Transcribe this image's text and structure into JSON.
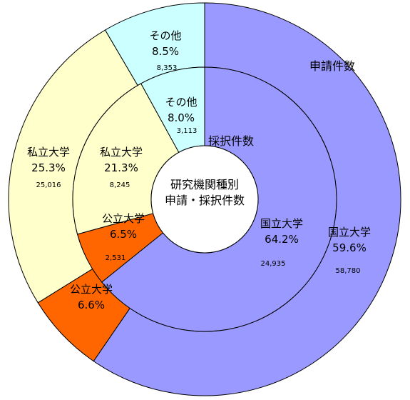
{
  "chart_data": {
    "type": "pie",
    "title": "研究機関種別\n申請・採択件数",
    "rings": [
      {
        "name": "申請件数",
        "slices": [
          {
            "label": "国立大学",
            "percent": "59.6%",
            "value": 58780,
            "value_text": "58,780",
            "color": "#9999ff"
          },
          {
            "label": "公立大学",
            "percent": "6.6%",
            "value": 6500,
            "value_text": "",
            "color": "#ff6600"
          },
          {
            "label": "私立大学",
            "percent": "25.3%",
            "value": 25016,
            "value_text": "25,016",
            "color": "#ffffcc"
          },
          {
            "label": "その他",
            "percent": "8.5%",
            "value": 8353,
            "value_text": "8,353",
            "color": "#ccffff"
          }
        ]
      },
      {
        "name": "採択件数",
        "slices": [
          {
            "label": "国立大学",
            "percent": "64.2%",
            "value": 24935,
            "value_text": "24,935",
            "color": "#9999ff"
          },
          {
            "label": "公立大学",
            "percent": "6.5%",
            "value": 2531,
            "value_text": "2,531",
            "color": "#ff6600"
          },
          {
            "label": "私立大学",
            "percent": "21.3%",
            "value": 8245,
            "value_text": "8,245",
            "color": "#ffffcc"
          },
          {
            "label": "その他",
            "percent": "8.0%",
            "value": 3113,
            "value_text": "3,113",
            "color": "#ccffff"
          }
        ]
      }
    ]
  }
}
